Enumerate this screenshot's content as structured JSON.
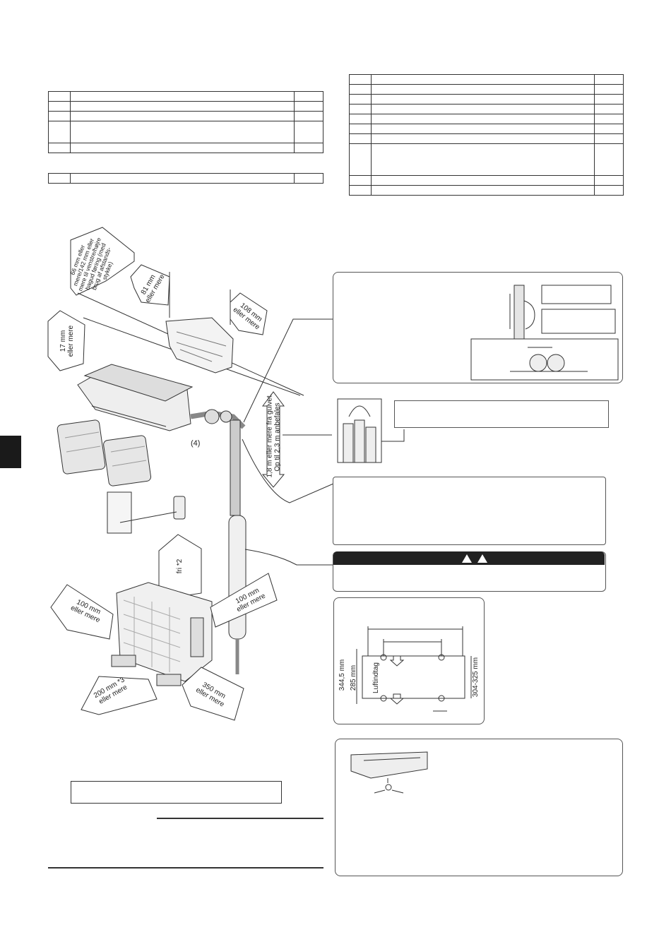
{
  "dimensions": {
    "top_clearance": "66 mm eller\nmere/142 mm eller\nmere til venstre/højre\nbagud føring (med\nbrug af afstands-\nstykke)",
    "left_clearance_indoor": "81 mm\neller mere",
    "right_clearance_indoor": "108 mm\neller mere",
    "wall_offset": "17 mm\neller mere",
    "floor_height": "1,8 m eller mere fra gulvet.\nOp til 2,3 m anbefales",
    "outdoor_top": "fri *2",
    "outdoor_left": "100 mm\neller mere",
    "outdoor_right": "100 mm\neller mere",
    "outdoor_front": "200 mm *3\neller mere",
    "outdoor_back": "350 mm\neller mere",
    "pipe_label": "(4)"
  },
  "mounting_plate": {
    "width_left": "344,5 mm",
    "width_inner": "285 mm",
    "airflow_label": "Luftindtag",
    "height_right": "304-325 mm"
  },
  "icons": {
    "warning": "warning-triangle-icon",
    "electric": "electric-hazard-icon"
  }
}
